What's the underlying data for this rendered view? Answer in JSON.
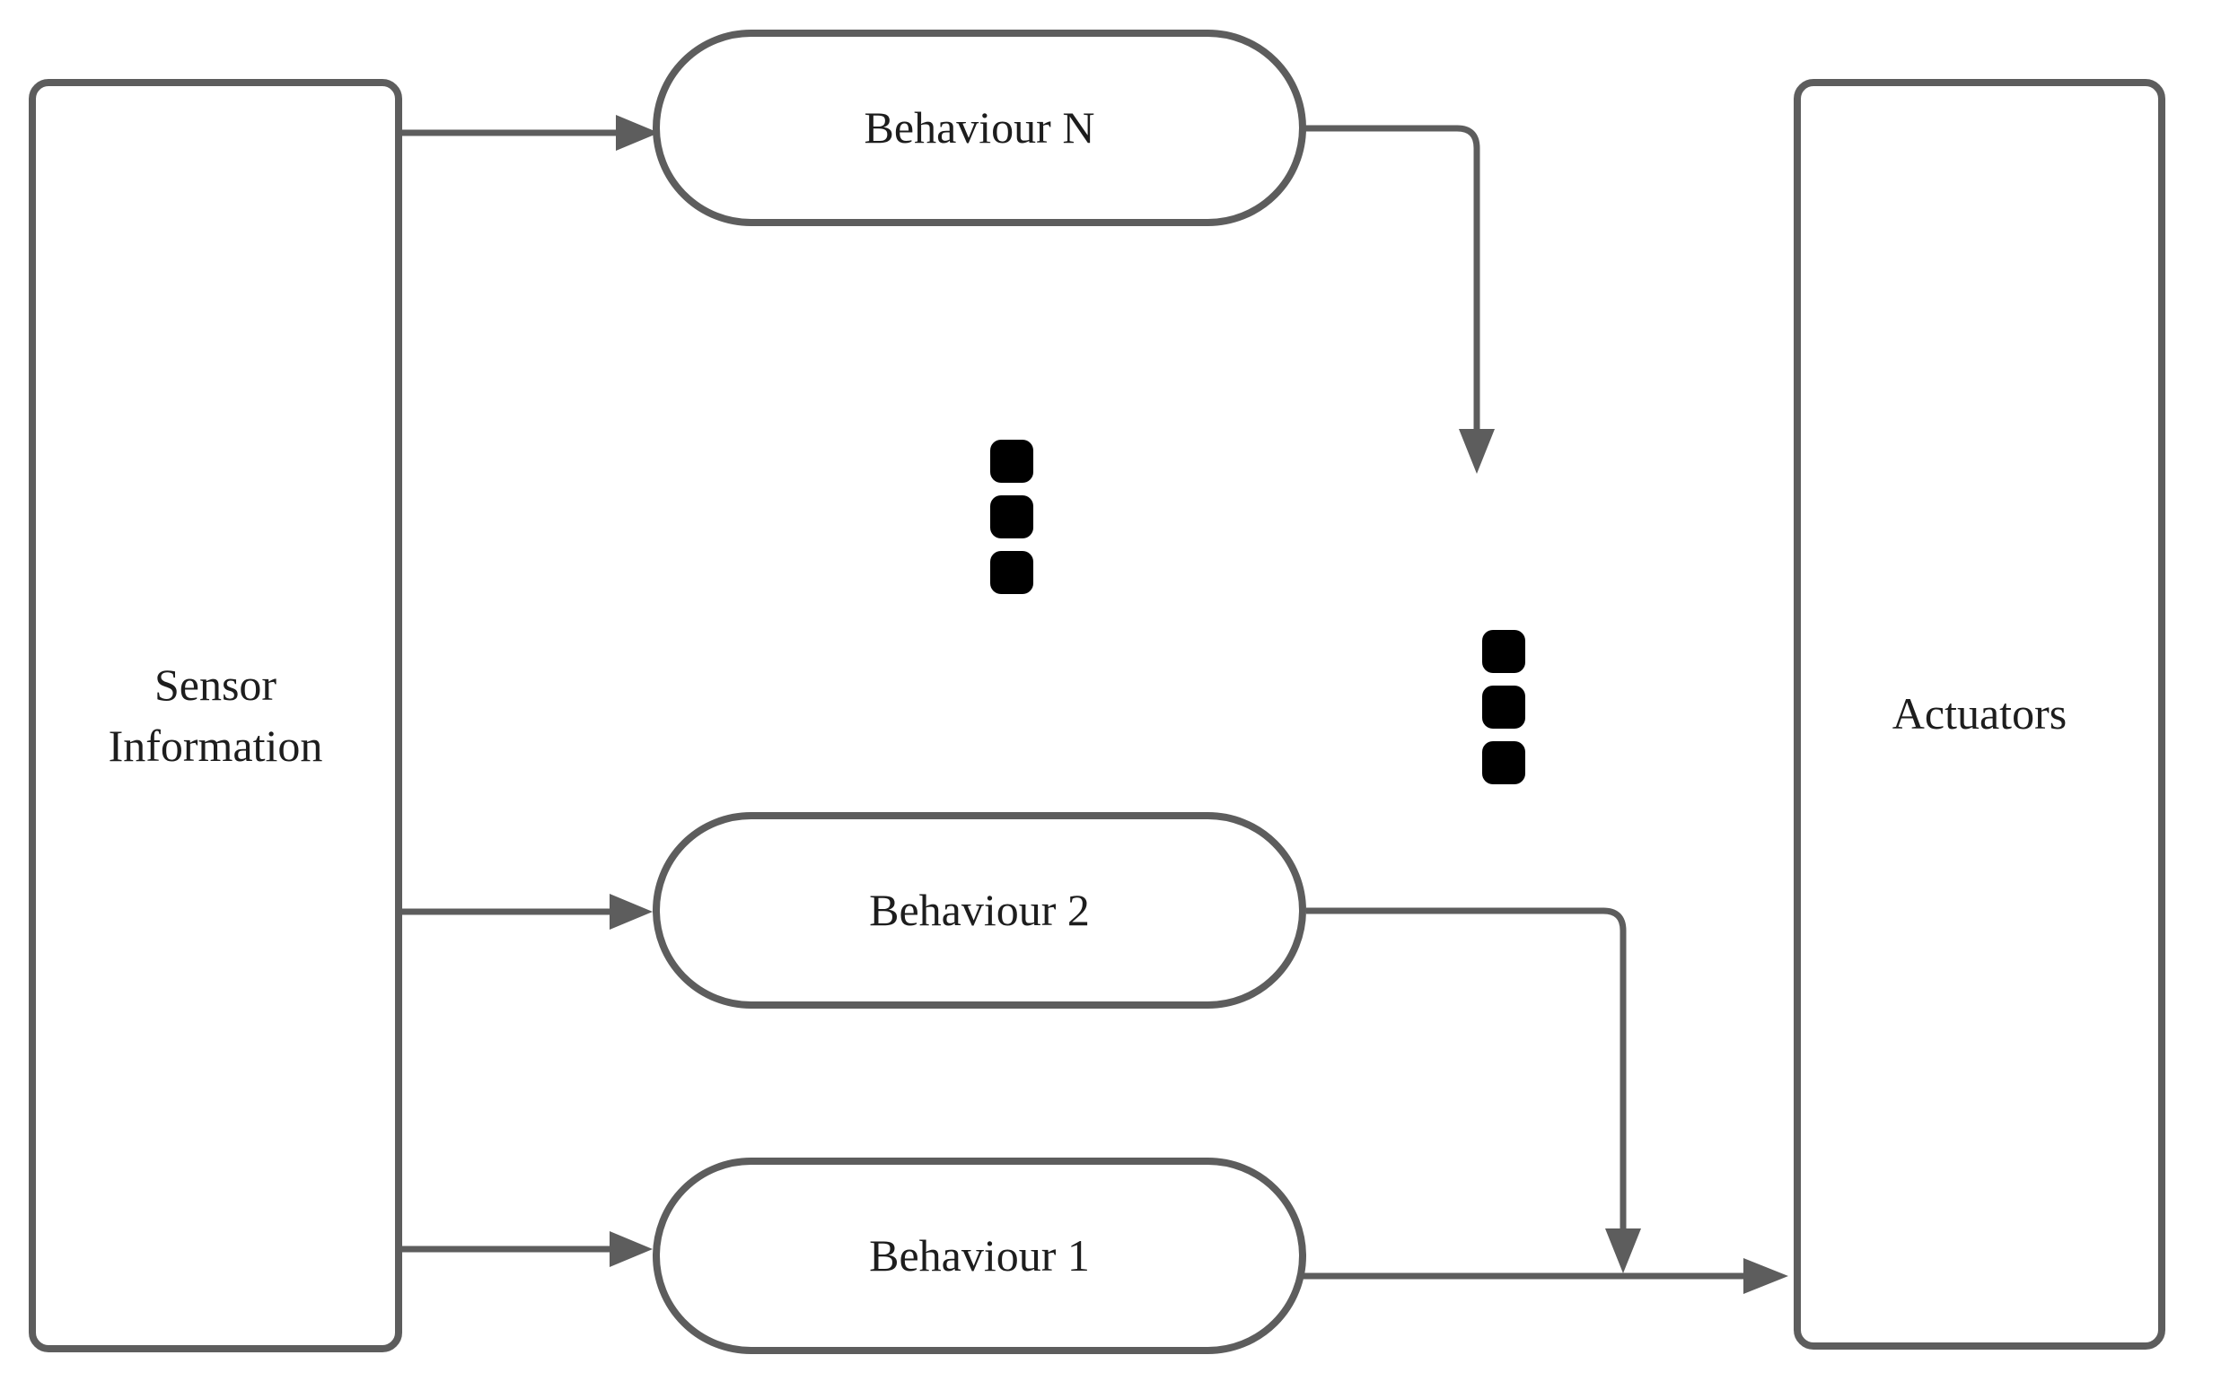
{
  "figure": {
    "type": "flow-diagram",
    "background_color": "#ffffff",
    "stroke_color": "#5d5d5d",
    "text_color": "#1d1d1d",
    "dot_color": "#000000",
    "nodes": [
      {
        "id": "sensor-information",
        "shape": "rounded-rectangle",
        "label": "Sensor Information"
      },
      {
        "id": "behaviour-n",
        "shape": "stadium",
        "label": "Behaviour N"
      },
      {
        "id": "behaviour-2",
        "shape": "stadium",
        "label": "Behaviour 2"
      },
      {
        "id": "behaviour-1",
        "shape": "stadium",
        "label": "Behaviour 1"
      },
      {
        "id": "actuators",
        "shape": "rounded-rectangle",
        "label": "Actuators"
      }
    ],
    "edges": [
      {
        "from": "sensor-information",
        "to": "behaviour-n",
        "style": "arrow"
      },
      {
        "from": "sensor-information",
        "to": "behaviour-2",
        "style": "arrow"
      },
      {
        "from": "sensor-information",
        "to": "behaviour-1",
        "style": "arrow"
      },
      {
        "from": "behaviour-n",
        "to": "output-merge-area",
        "style": "arrow-down"
      },
      {
        "from": "behaviour-2",
        "to": "behaviour-1-output-line",
        "style": "arrow-down"
      },
      {
        "from": "behaviour-1",
        "to": "actuators",
        "style": "arrow"
      }
    ],
    "ellipsis_groups": [
      {
        "id": "ellipsis-between-behaviours",
        "dot_count": 3
      },
      {
        "id": "ellipsis-between-outputs",
        "dot_count": 3
      }
    ]
  }
}
